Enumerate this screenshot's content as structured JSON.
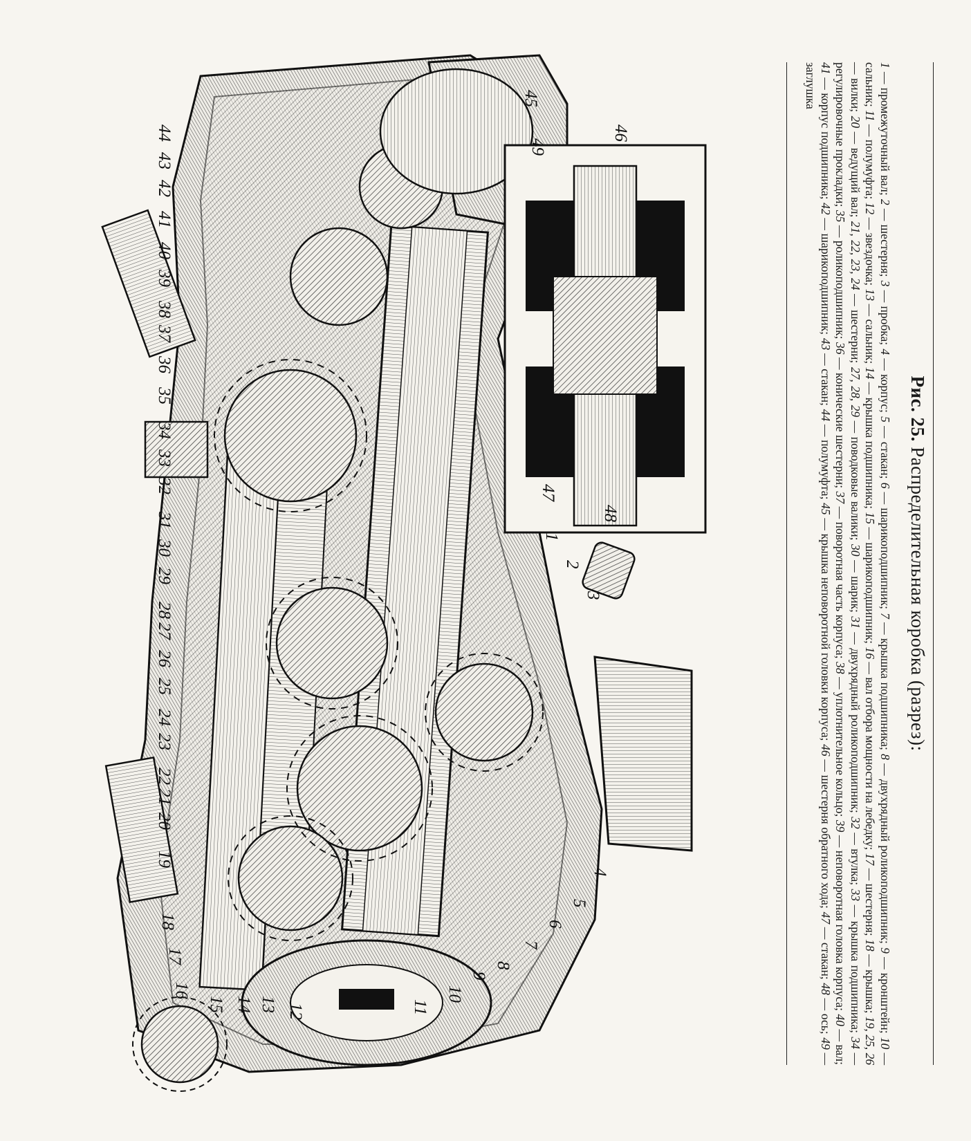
{
  "figure": {
    "title_prefix": "Рис. 25.",
    "title_text": "Распределительная коробка (разрез):",
    "callouts": [
      "1",
      "2",
      "3",
      "4",
      "5",
      "6",
      "7",
      "8",
      "9",
      "10",
      "11",
      "12",
      "13",
      "14",
      "15",
      "16",
      "17",
      "18",
      "19",
      "20",
      "21",
      "22",
      "23",
      "24",
      "25",
      "26",
      "27",
      "28",
      "29",
      "30",
      "31",
      "32",
      "33",
      "34",
      "35",
      "36",
      "37",
      "38",
      "39",
      "40",
      "41",
      "42",
      "43",
      "44",
      "45",
      "46",
      "47",
      "48",
      "49"
    ],
    "legend": [
      {
        "num": "1",
        "text": "— промежуточный вал;"
      },
      {
        "num": "2",
        "text": "— шестерня;"
      },
      {
        "num": "3",
        "text": "— пробка;"
      },
      {
        "num": "4",
        "text": "— корпус;"
      },
      {
        "num": "5",
        "text": "— стакан;"
      },
      {
        "num": "6",
        "text": "— шарикоподшипник;"
      },
      {
        "num": "7",
        "text": "— крышка подшипника;"
      },
      {
        "num": "8",
        "text": "— двухрядный роликоподшипник;"
      },
      {
        "num": "9",
        "text": "— кронштейн;"
      },
      {
        "num": "10",
        "text": "— сальник;"
      },
      {
        "num": "11",
        "text": "— полумуфта;"
      },
      {
        "num": "12",
        "text": "— звездочка;"
      },
      {
        "num": "13",
        "text": "— сальник;"
      },
      {
        "num": "14",
        "text": "— крышка подшипника;"
      },
      {
        "num": "15",
        "text": "— шарикоподшипник;"
      },
      {
        "num": "16",
        "text": "— вал отбора мощности на лебедку;"
      },
      {
        "num": "17",
        "text": "— шестерня;"
      },
      {
        "num": "18",
        "text": "— крышка;"
      },
      {
        "num": "19, 25, 26",
        "text": "— вилки;"
      },
      {
        "num": "20",
        "text": "— ведущий вал;"
      },
      {
        "num": "21, 22, 23, 24",
        "text": "— шестерни;"
      },
      {
        "num": "27, 28, 29",
        "text": "— поводковые валики;"
      },
      {
        "num": "30",
        "text": "— шарик;"
      },
      {
        "num": "31",
        "text": "— двухрядный роликоподшипник;"
      },
      {
        "num": "32",
        "text": "— втулка;"
      },
      {
        "num": "33",
        "text": "— крышка подшипника;"
      },
      {
        "num": "34",
        "text": "— регулировочные прокладки;"
      },
      {
        "num": "35",
        "text": "— роликоподшипник;"
      },
      {
        "num": "36",
        "text": "— конические шестерни;"
      },
      {
        "num": "37",
        "text": "— поворотная часть корпуса;"
      },
      {
        "num": "38",
        "text": "— уплотнительное кольцо;"
      },
      {
        "num": "39",
        "text": "— неповоротная головка корпуса;"
      },
      {
        "num": "40",
        "text": "— вал;"
      },
      {
        "num": "41",
        "text": "— корпус подшипника;"
      },
      {
        "num": "42",
        "text": "— шарикоподшипник;"
      },
      {
        "num": "43",
        "text": "— стакан;"
      },
      {
        "num": "44",
        "text": "— полумуфта;"
      },
      {
        "num": "45",
        "text": "— крышка неповоротной головки корпуса;"
      },
      {
        "num": "46",
        "text": "— шестерня обратного хода;"
      },
      {
        "num": "47",
        "text": "— стакан;"
      },
      {
        "num": "48",
        "text": "— ось;"
      },
      {
        "num": "49",
        "text": "— заглушка"
      }
    ]
  }
}
